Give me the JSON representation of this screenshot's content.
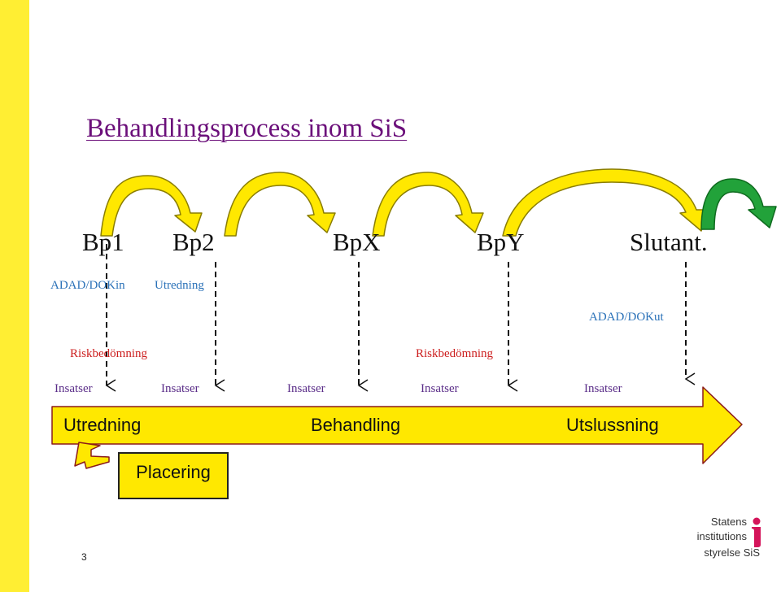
{
  "title": "Behandlingsprocess inom SiS",
  "milestones": [
    "Bp1",
    "Bp2",
    "BpX",
    "BpY",
    "Slutant."
  ],
  "labels": {
    "adad_dokin": "ADAD/DOKin",
    "utredning_small": "Utredning",
    "adad_dokut": "ADAD/DOKut",
    "riskbedomning_1": "Riskbedömning",
    "riskbedomning_2": "Riskbedömning"
  },
  "insatser": [
    "Insatser",
    "Insatser",
    "Insatser",
    "Insatser",
    "Insatser"
  ],
  "phases": [
    "Utredning",
    "Behandling",
    "Utslussning"
  ],
  "placering": "Placering",
  "page_number": "3",
  "logo": {
    "lines": [
      "Statens",
      "institutions",
      "styrelse SiS"
    ]
  },
  "colors": {
    "sidebar": "#ffee33",
    "arrow_fill": "#ffe800",
    "final_arrow_fill": "#22a23a",
    "title": "#6b0f7a",
    "blue_label": "#2a71b8",
    "red_label": "#cc1d1d",
    "purple_label": "#5a2d88",
    "logo_accent": "#d4145a"
  }
}
